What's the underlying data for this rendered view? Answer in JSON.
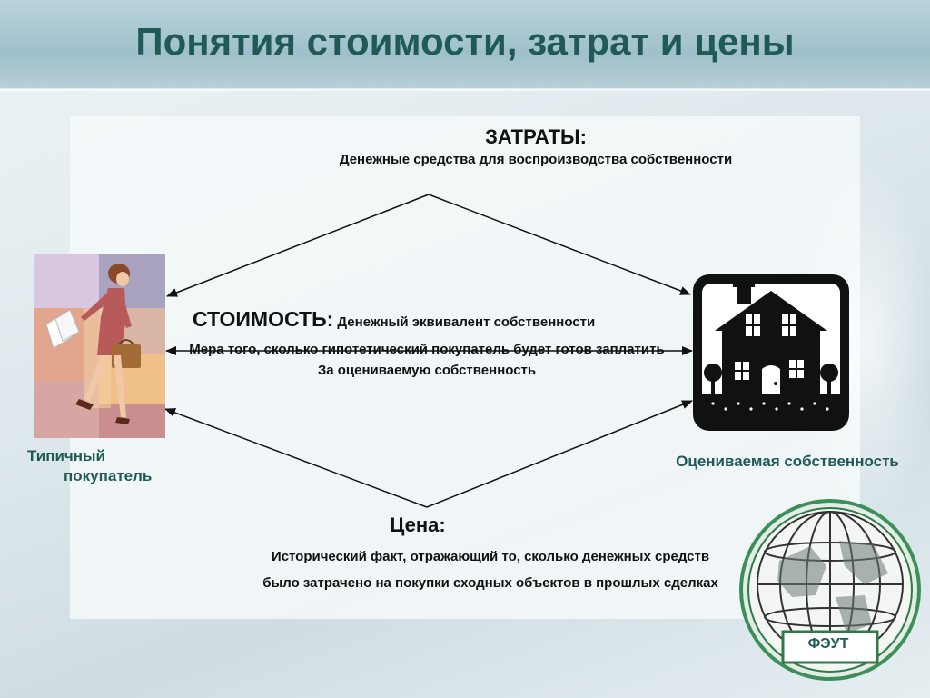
{
  "slide": {
    "title": "Понятия стоимости, затрат и цены"
  },
  "zatraty": {
    "heading": "ЗАТРАТЫ:",
    "description": "Денежные средства для воспроизводства собственности"
  },
  "stoimost": {
    "heading": "СТОИМОСТЬ:",
    "description": " Денежный эквивалент собственности",
    "line2": "Мера того, сколько гипотетический покупатель будет готов заплатить",
    "line3": "За оцениваемую собственность"
  },
  "cena": {
    "heading": "Цена:",
    "line1": "Исторический факт, отражающий то, сколько денежных средств",
    "line2": "было затрачено на покупки сходных объектов в прошлых сделках"
  },
  "buyer": {
    "line1": "Типичный",
    "line2": "покупатель"
  },
  "property": {
    "label": "Оцениваемая собственность"
  },
  "logo": {
    "text": "ФЭУТ"
  },
  "colors": {
    "title": "#1f5a57",
    "label_green": "#1f5a57",
    "arrow": "#111111"
  }
}
